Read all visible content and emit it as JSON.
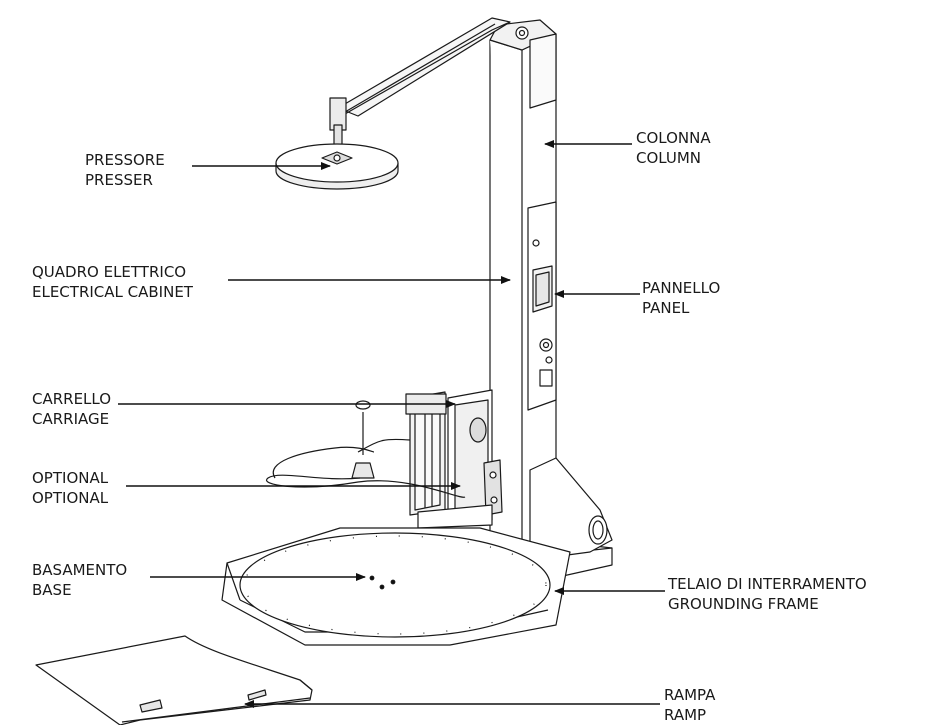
{
  "labels": {
    "presser": {
      "it": "PRESSORE",
      "en": "PRESSER"
    },
    "column": {
      "it": "COLONNA",
      "en": "COLUMN"
    },
    "cabinet": {
      "it": "QUADRO ELETTRICO",
      "en": "ELECTRICAL CABINET"
    },
    "panel": {
      "it": "PANNELLO",
      "en": "PANEL"
    },
    "carriage": {
      "it": "CARRELLO",
      "en": "CARRIAGE"
    },
    "optional": {
      "it": "OPTIONAL",
      "en": "OPTIONAL"
    },
    "base": {
      "it": "BASAMENTO",
      "en": "BASE"
    },
    "frame": {
      "it": "TELAIO DI INTERRAMENTO",
      "en": "GROUNDING FRAME"
    },
    "ramp": {
      "it": "RAMPA",
      "en": "RAMP"
    }
  }
}
